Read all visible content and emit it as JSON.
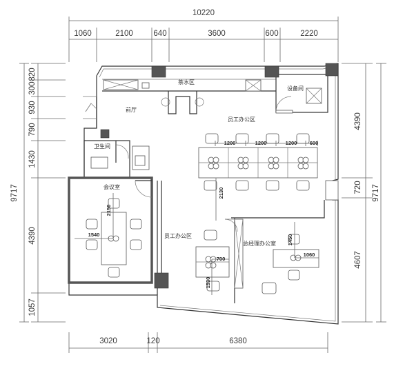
{
  "dimensions": {
    "top_total": "10220",
    "top_segments": [
      "1060",
      "2100",
      "640",
      "3600",
      "600",
      "2220"
    ],
    "bottom_segments": [
      "3020",
      "120",
      "6380"
    ],
    "left_total": "9717",
    "left_segments": [
      "820",
      "300",
      "930",
      "790",
      "1430",
      "4390",
      "1057"
    ],
    "right_total": "9717",
    "right_segments": [
      "4390",
      "720",
      "4607"
    ],
    "inner": {
      "desk_1200_a": "1200",
      "desk_1200_b": "1200",
      "desk_1200_c": "1200",
      "desk_600": "600",
      "aisle_2130": "2130",
      "meeting_2150": "2150",
      "meeting_1540": "1540",
      "desk_700": "700",
      "desk_1530": "1530",
      "mgr_1450": "1450",
      "mgr_1060": "1060"
    }
  },
  "rooms": {
    "tea_area": "茶水区",
    "equipment_room": "设备间",
    "reception": "前厅",
    "staff_office_north": "员工办公区",
    "restroom": "卫生间",
    "meeting_room": "会议室",
    "staff_office_south": "员工办公区",
    "manager_office": "总经理办公室"
  }
}
